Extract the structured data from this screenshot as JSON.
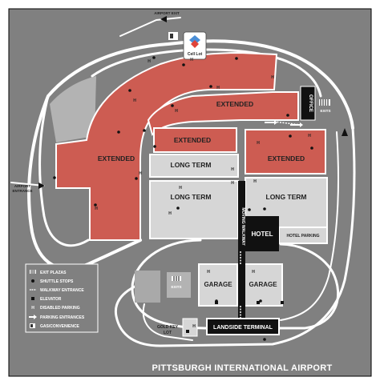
{
  "map": {
    "title": "PITTSBURGH INTERNATIONAL AIRPORT",
    "colors": {
      "background": "#808080",
      "road": "#ffffff",
      "extended_lot": "#cd5c52",
      "long_term_lot": "#d6d6d6",
      "building": "#111111",
      "grass": "#b3b3b3"
    },
    "lots": {
      "extended_main": "EXTENDED",
      "extended_top": "EXTENDED",
      "extended_center": "EXTENDED",
      "extended_right": "EXTENDED",
      "long_term_top": "LONG TERM",
      "long_term_left": "LONG TERM",
      "long_term_right": "LONG TERM",
      "garage_left": "GARAGE",
      "garage_right": "GARAGE",
      "gold_key_line1": "GOLD KEY",
      "gold_key_line2": "LOT"
    },
    "buildings": {
      "hotel": "HOTEL",
      "landside": "LANDSIDE TERMINAL",
      "office": "OFFICE",
      "hotel_parking": "HOTEL PARKING",
      "moving_walkway": "MOVING WALKWAY"
    },
    "entrances": {
      "airport_exit": "AIRPORT EXIT",
      "airport_entrance_line1": "AIRPORT",
      "airport_entrance_line2": "ENTRANCE",
      "exits_right": "EXITS",
      "exits_garage": "EXITS"
    },
    "cell_lot": {
      "label": "Cell Lot",
      "icon": "cell-phone-lot-icon"
    },
    "legend": {
      "items": [
        {
          "icon": "exit-plaza-icon",
          "label": "EXIT PLAZAS"
        },
        {
          "icon": "shuttle-stop-icon",
          "label": "SHUTTLE STOPS"
        },
        {
          "icon": "walkway-entrance-icon",
          "label": "WALKWAY ENTRANCE"
        },
        {
          "icon": "elevator-icon",
          "label": "ELEVATOR"
        },
        {
          "icon": "disabled-parking-icon",
          "label": "DISABLED PARKING"
        },
        {
          "icon": "parking-entrance-arrow-icon",
          "label": "PARKING ENTRANCES"
        },
        {
          "icon": "gas-station-icon",
          "label": "GAS/CONVENIENCE"
        }
      ],
      "disabled_symbol": "H"
    }
  }
}
